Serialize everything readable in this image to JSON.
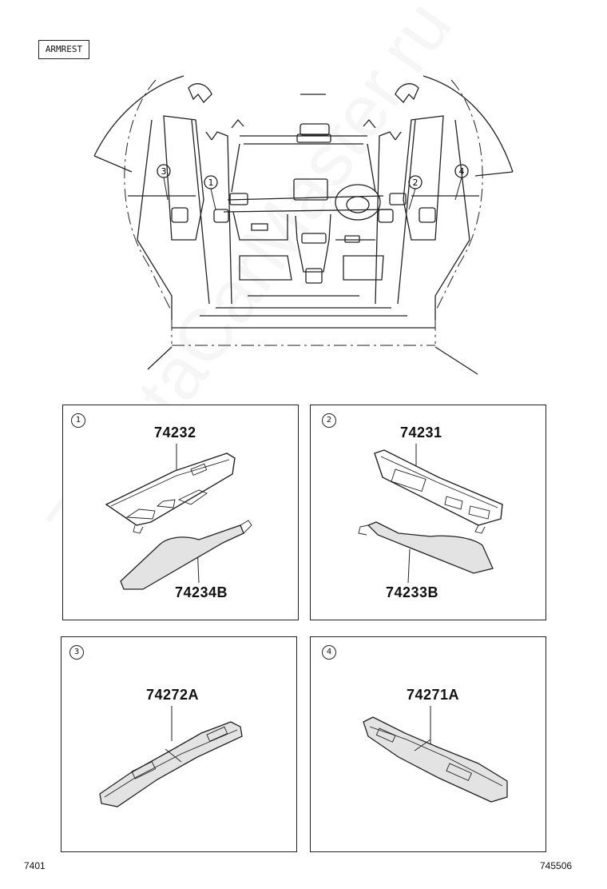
{
  "header": {
    "section_label": "ARMREST"
  },
  "overview": {
    "callouts": [
      {
        "index": "3"
      },
      {
        "index": "1"
      },
      {
        "index": "2"
      },
      {
        "index": "4"
      }
    ]
  },
  "panels": [
    {
      "index": "1",
      "parts": [
        "74232",
        "74234B"
      ]
    },
    {
      "index": "2",
      "parts": [
        "74231",
        "74233B"
      ]
    },
    {
      "index": "3",
      "parts": [
        "74272A"
      ]
    },
    {
      "index": "4",
      "parts": [
        "74271A"
      ]
    }
  ],
  "footer": {
    "page_code": "7401",
    "figure_id": "745506"
  },
  "watermark": {
    "text": "ToyotaCarMaster.ru",
    "color": "#969696"
  }
}
